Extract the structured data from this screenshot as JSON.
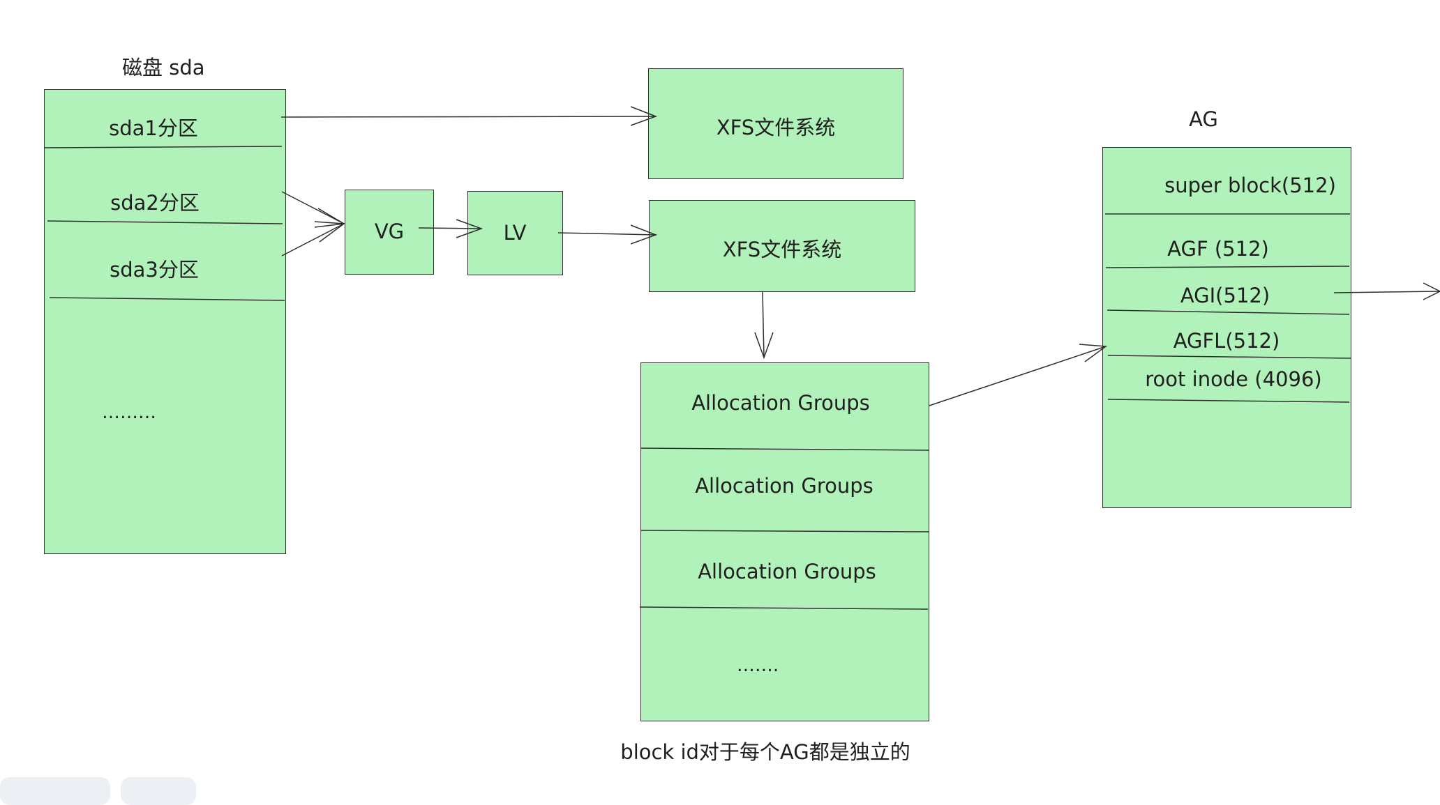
{
  "disk": {
    "title": "磁盘 sda",
    "partitions": [
      "sda1分区",
      "sda2分区",
      "sda3分区",
      "………"
    ]
  },
  "lvm": {
    "vg": "VG",
    "lv": "LV"
  },
  "fs": {
    "top": "XFS文件系统",
    "lvm_fs": "XFS文件系统"
  },
  "allocation_groups": [
    "Allocation Groups",
    "Allocation Groups",
    "Allocation Groups",
    "……."
  ],
  "ag": {
    "title": "AG",
    "rows": [
      "super block(512)",
      "AGF (512)",
      "AGI(512)",
      "AGFL(512)",
      "root inode (4096)"
    ]
  },
  "caption": "block id对于每个AG都是独立的",
  "colors": {
    "fill": "#b1f2bb",
    "stroke": "#2e2e2e"
  }
}
